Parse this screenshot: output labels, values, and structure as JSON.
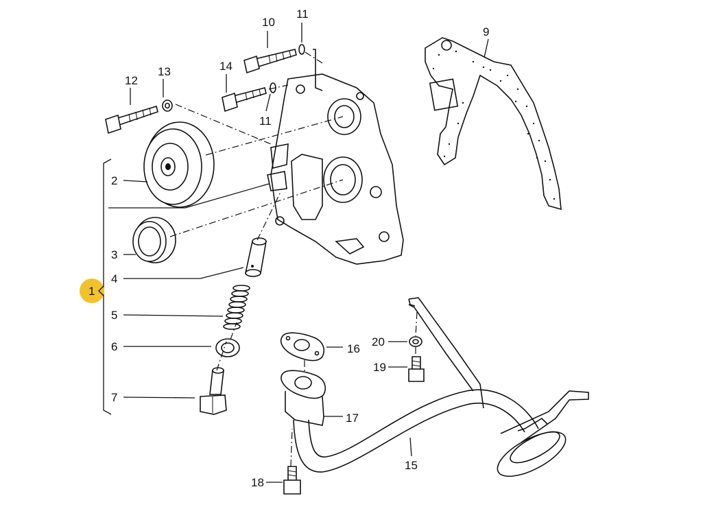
{
  "callouts": {
    "c1": "1",
    "c2": "2",
    "c3": "3",
    "c4": "4",
    "c5": "5",
    "c6": "6",
    "c7": "7",
    "c9": "9",
    "c10": "10",
    "c11a": "11",
    "c11b": "11",
    "c12": "12",
    "c13": "13",
    "c14": "14",
    "c15": "15",
    "c16": "16",
    "c17": "17",
    "c18": "18",
    "c19": "19",
    "c20": "20"
  },
  "colors": {
    "highlight": "#f2c12e",
    "ink": "#111111"
  },
  "icons": {
    "highlight_marker": "chevron-left-icon"
  }
}
